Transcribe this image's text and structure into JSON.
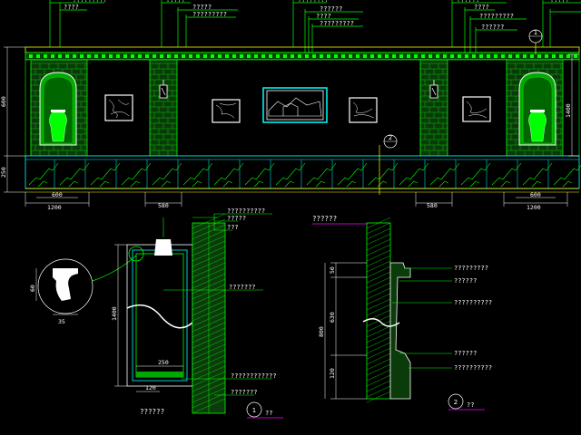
{
  "colors": {
    "background": "#000000",
    "green": "#00ff00",
    "yellow": "#ffff00",
    "cyan": "#00ffff",
    "white": "#ffffff",
    "magenta": "#ff00ff"
  },
  "elevation": {
    "callouts_top": [
      "?????????",
      "????",
      "?????????",
      "?????",
      "?????",
      "?????????",
      "????????",
      "??????",
      "????",
      "?????????",
      "??????",
      "????",
      "?????????",
      "??????",
      "?????"
    ],
    "left_dims": [
      "600",
      "250"
    ],
    "right_dim": "1400",
    "bottom_dims": [
      "600",
      "1200",
      "580",
      "580",
      "600",
      "1200"
    ],
    "mid_callout": "????????????",
    "title": "??????",
    "markers": [
      "1",
      "2"
    ]
  },
  "detail1": {
    "labels": [
      "??????????",
      "?????",
      "???",
      "???????",
      "????????????",
      "???????"
    ],
    "dims": [
      "1400",
      "250",
      "120",
      "60",
      "35"
    ],
    "title": "??????",
    "marker": "1",
    "marker_title": "??"
  },
  "detail2": {
    "labels": [
      "?????????",
      "??????",
      "??????????",
      "??????",
      "??????????"
    ],
    "dims": [
      "50",
      "630",
      "800",
      "120"
    ],
    "marker": "2",
    "marker_title": "??"
  }
}
